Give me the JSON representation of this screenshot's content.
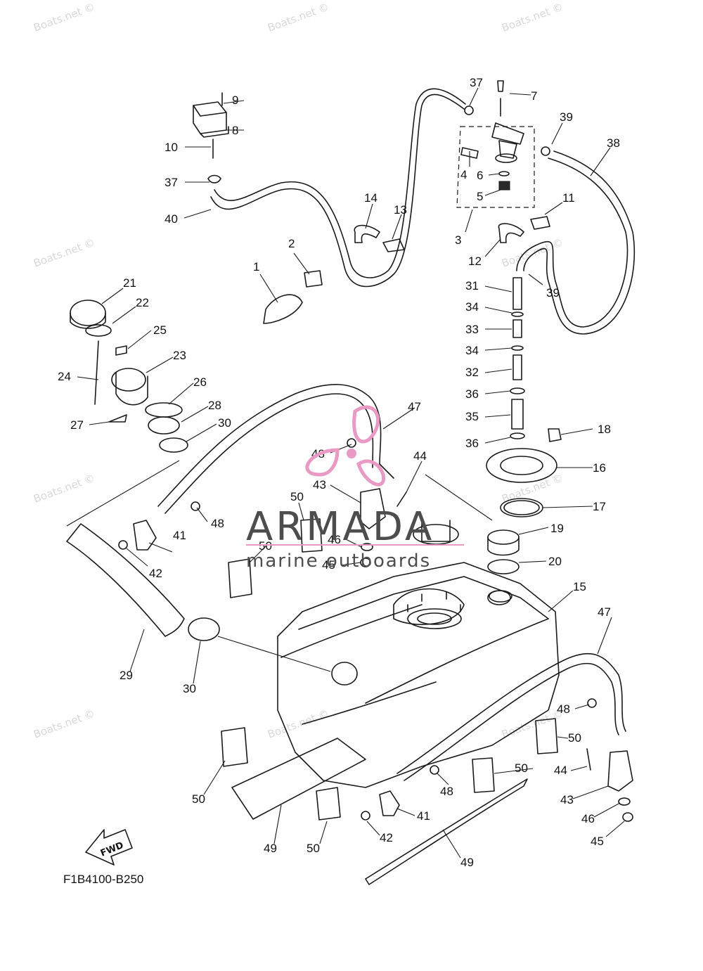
{
  "diagram_code": "F1B4100-B250",
  "direction_arrow": "FWD",
  "brand": {
    "name": "ARMADA",
    "tagline": "marine outboards",
    "logo": "propeller-logo"
  },
  "watermark": "Boats.net ©",
  "part_labels": [
    "1",
    "2",
    "3",
    "4",
    "5",
    "6",
    "7",
    "8",
    "9",
    "10",
    "11",
    "12",
    "13",
    "14",
    "15",
    "16",
    "17",
    "18",
    "19",
    "20",
    "21",
    "22",
    "23",
    "24",
    "25",
    "26",
    "27",
    "28",
    "29",
    "30",
    "31",
    "32",
    "33",
    "34",
    "35",
    "36",
    "37",
    "38",
    "39",
    "40",
    "41",
    "42",
    "43",
    "44",
    "45",
    "46",
    "47",
    "48",
    "49",
    "50"
  ],
  "colors": {
    "line": "#1a1a1a",
    "brand_text": "#4d4d4d",
    "logo_pink": "#e89ac4",
    "watermark": "#d8d8d8",
    "background": "#ffffff"
  }
}
